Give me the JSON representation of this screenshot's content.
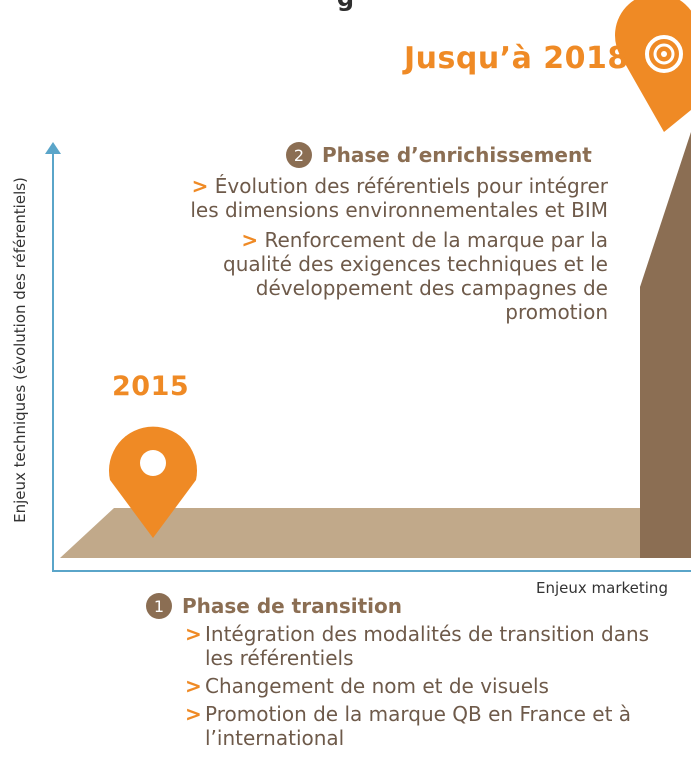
{
  "header": {
    "title_partial": "g"
  },
  "year_start": "2015",
  "year_end": "Jusqu’à 2018",
  "axes": {
    "y_label": "Enjeux techniques (évolution des référentiels)",
    "x_label": "Enjeux marketing"
  },
  "phases": [
    {
      "number": "1",
      "title": "Phase de transition",
      "items": [
        "Intégration des modalités de transition dans les référentiels",
        "Changement de nom et de visuels",
        "Promotion de la marque QB en France et à l’international"
      ]
    },
    {
      "number": "2",
      "title": "Phase d’enrichissement",
      "items": [
        "Évolution des référentiels pour intégrer les dimensions environnementales et BIM",
        "Renforcement de la marque par la qualité des exigences techniques et le développement des campagnes de promotion"
      ]
    }
  ],
  "bullet_symbol": ">",
  "icons": {
    "start_marker": "location-pin-icon",
    "end_marker": "target-pin-icon"
  },
  "colors": {
    "orange": "#ef8a25",
    "brown": "#8b6e53",
    "floor": "#c1a98a",
    "axis": "#5aa5c9"
  }
}
